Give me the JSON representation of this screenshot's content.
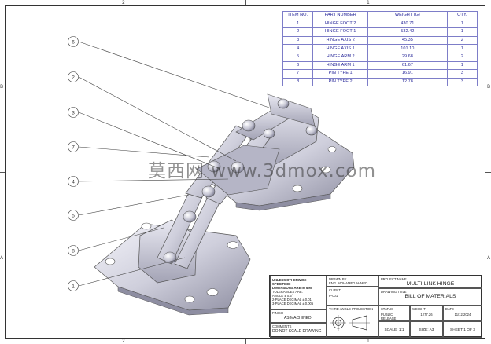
{
  "zones": {
    "top_left": "2",
    "top_right": "1",
    "bottom_left": "2",
    "bottom_right": "1",
    "left_upper": "B",
    "left_lower": "A",
    "right_upper": "B",
    "right_lower": "A"
  },
  "bom": {
    "headers": [
      "ITEM NO.",
      "PART NUMBER",
      "WEIGHT (G)",
      "QTY."
    ],
    "rows": [
      [
        "1",
        "HINGE FOOT 2",
        "430.71",
        "1"
      ],
      [
        "2",
        "HINGE FOOT 1",
        "532.42",
        "1"
      ],
      [
        "3",
        "HINGE AXIS 2",
        "45.35",
        "2"
      ],
      [
        "4",
        "HINGE AXIS 1",
        "101.10",
        "1"
      ],
      [
        "5",
        "HINGE ARM 2",
        "29.68",
        "2"
      ],
      [
        "6",
        "HINGE ARM 1",
        "61.67",
        "1"
      ],
      [
        "7",
        "PIN TYPE 1",
        "16.91",
        "3"
      ],
      [
        "8",
        "PIN TYPE 2",
        "12.78",
        "3"
      ]
    ]
  },
  "balloons": [
    "6",
    "2",
    "3",
    "7",
    "4",
    "5",
    "8",
    "1"
  ],
  "watermark": "莫西网 www.3dmox.com",
  "title_block": {
    "unless_label": "UNLESS OTHERWISE SPECIFIED:",
    "dims_label": "DIMENSIONS ARE IN MM",
    "tolerances_label": "TOLERANCES ARE:",
    "angle_tol": "ANGLE ± 0.5°",
    "place2_tol": "2-PLACE DECIMAL ± 0.01",
    "place3_tol": "3-PLACE DECIMAL ± 0.005",
    "drawn_by_label": "DRAWN BY",
    "drawn_by": "ENG. MOHAMED AHMED",
    "client_label": "CLIENT",
    "client": "P-001",
    "projection_label": "THIRD ANGLE PROJECTION",
    "finish_label": "FINISH",
    "finish": "AS MACHINED.",
    "comments_label": "COMMENTS",
    "comments": "DO NOT SCALE DRAWING",
    "project_name_label": "PROJECT NAME",
    "project_name": "MULTI-LINK HINGE",
    "drawing_title_label": "DRAWING TITLE",
    "drawing_title": "BILL OF MATERIALS",
    "status_label": "STATUS",
    "status": "PUBLIC RELEASE",
    "weight_label": "WEIGHT",
    "weight": "1277.26",
    "date_label": "DATE",
    "date": "11/12/2024",
    "scale": "SCALE: 1:1",
    "size": "SIZE: A3",
    "sheet": "SHEET 1 OF 3"
  }
}
